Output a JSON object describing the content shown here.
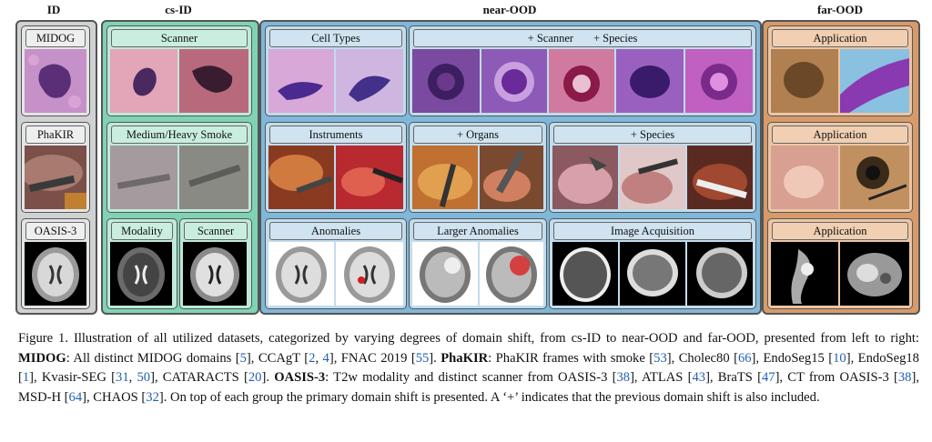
{
  "groups": {
    "id": "ID",
    "csid": "cs-ID",
    "nearood": "near-OOD",
    "farood": "far-OOD"
  },
  "labels": {
    "midog": "MIDOG",
    "phakir": "PhaKIR",
    "oasis": "OASIS-3",
    "scanner": "Scanner",
    "smoke": "Medium/Heavy Smoke",
    "modality": "Modality",
    "scanner2": "Scanner",
    "celltypes": "Cell Types",
    "scanner_species": "+ Scanner       + Species",
    "instruments": "Instruments",
    "organs": "+ Organs",
    "species": "+ Species",
    "anomalies": "Anomalies",
    "larger_anomalies": "Larger Anomalies",
    "image_acquisition": "Image Acquisition",
    "app1": "Application",
    "app2": "Application",
    "app3": "Application"
  },
  "colors": {
    "id_bg": "#cfd1d3",
    "csid_bg": "#7fd3b4",
    "near_bg": "#7fb8da",
    "far_bg": "#d79a6a"
  },
  "caption": {
    "fig": "Figure 1.",
    "t1": "Illustration of all utilized datasets, categorized by varying degrees of domain shift, from cs-ID to near-OOD and far-OOD, presented from left to right: ",
    "b1": "MIDOG",
    "t2": ": All distinct MIDOG domains [",
    "r1": "5",
    "t3": "], CCAgT [",
    "r2": "2",
    "t4": ", ",
    "r3": "4",
    "t5": "], FNAC 2019 [",
    "r4": "55",
    "t6": "]. ",
    "b2": "PhaKIR",
    "t7": ": PhaKIR frames with smoke [",
    "r5": "53",
    "t8": "], Cholec80 [",
    "r6": "66",
    "t9": "], EndoSeg15 [",
    "r7": "10",
    "t10": "], EndoSeg18 [",
    "r8": "1",
    "t11": "], Kvasir-SEG [",
    "r9": "31",
    "t12": ", ",
    "r10": "50",
    "t13": "], CATARACTS [",
    "r11": "20",
    "t14": "]. ",
    "b3": "OASIS-3",
    "t15": ": T2w modality and distinct scanner from OASIS-3 [",
    "r12": "38",
    "t16": "], ATLAS [",
    "r13": "43",
    "t17": "], BraTS [",
    "r14": "47",
    "t18": "], CT from OASIS-3 [",
    "r15": "38",
    "t19": "], MSD-H [",
    "r16": "64",
    "t20": "], CHAOS [",
    "r17": "32",
    "t21": "]. On top of each group the primary domain shift is presented. A ‘+’ indicates that the previous domain shift is also included."
  }
}
